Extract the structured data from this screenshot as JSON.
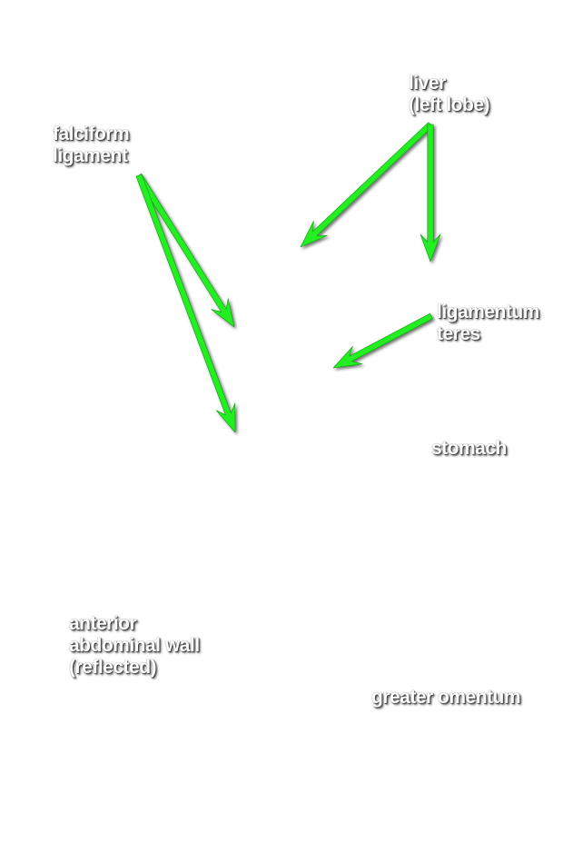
{
  "labels": {
    "falciform": [
      "falciform",
      "ligament"
    ],
    "liver": [
      "liver",
      "(left lobe)"
    ],
    "teres": [
      "ligamentum",
      "teres"
    ],
    "stomach": [
      "stomach"
    ],
    "wall": [
      "anterior",
      "abdominal wall",
      "(reflected)"
    ],
    "omentum": [
      "greater omentum"
    ]
  },
  "colors": {
    "arrow": "#22ee22",
    "label_text": "#ffffff",
    "background": "#ffffff"
  }
}
